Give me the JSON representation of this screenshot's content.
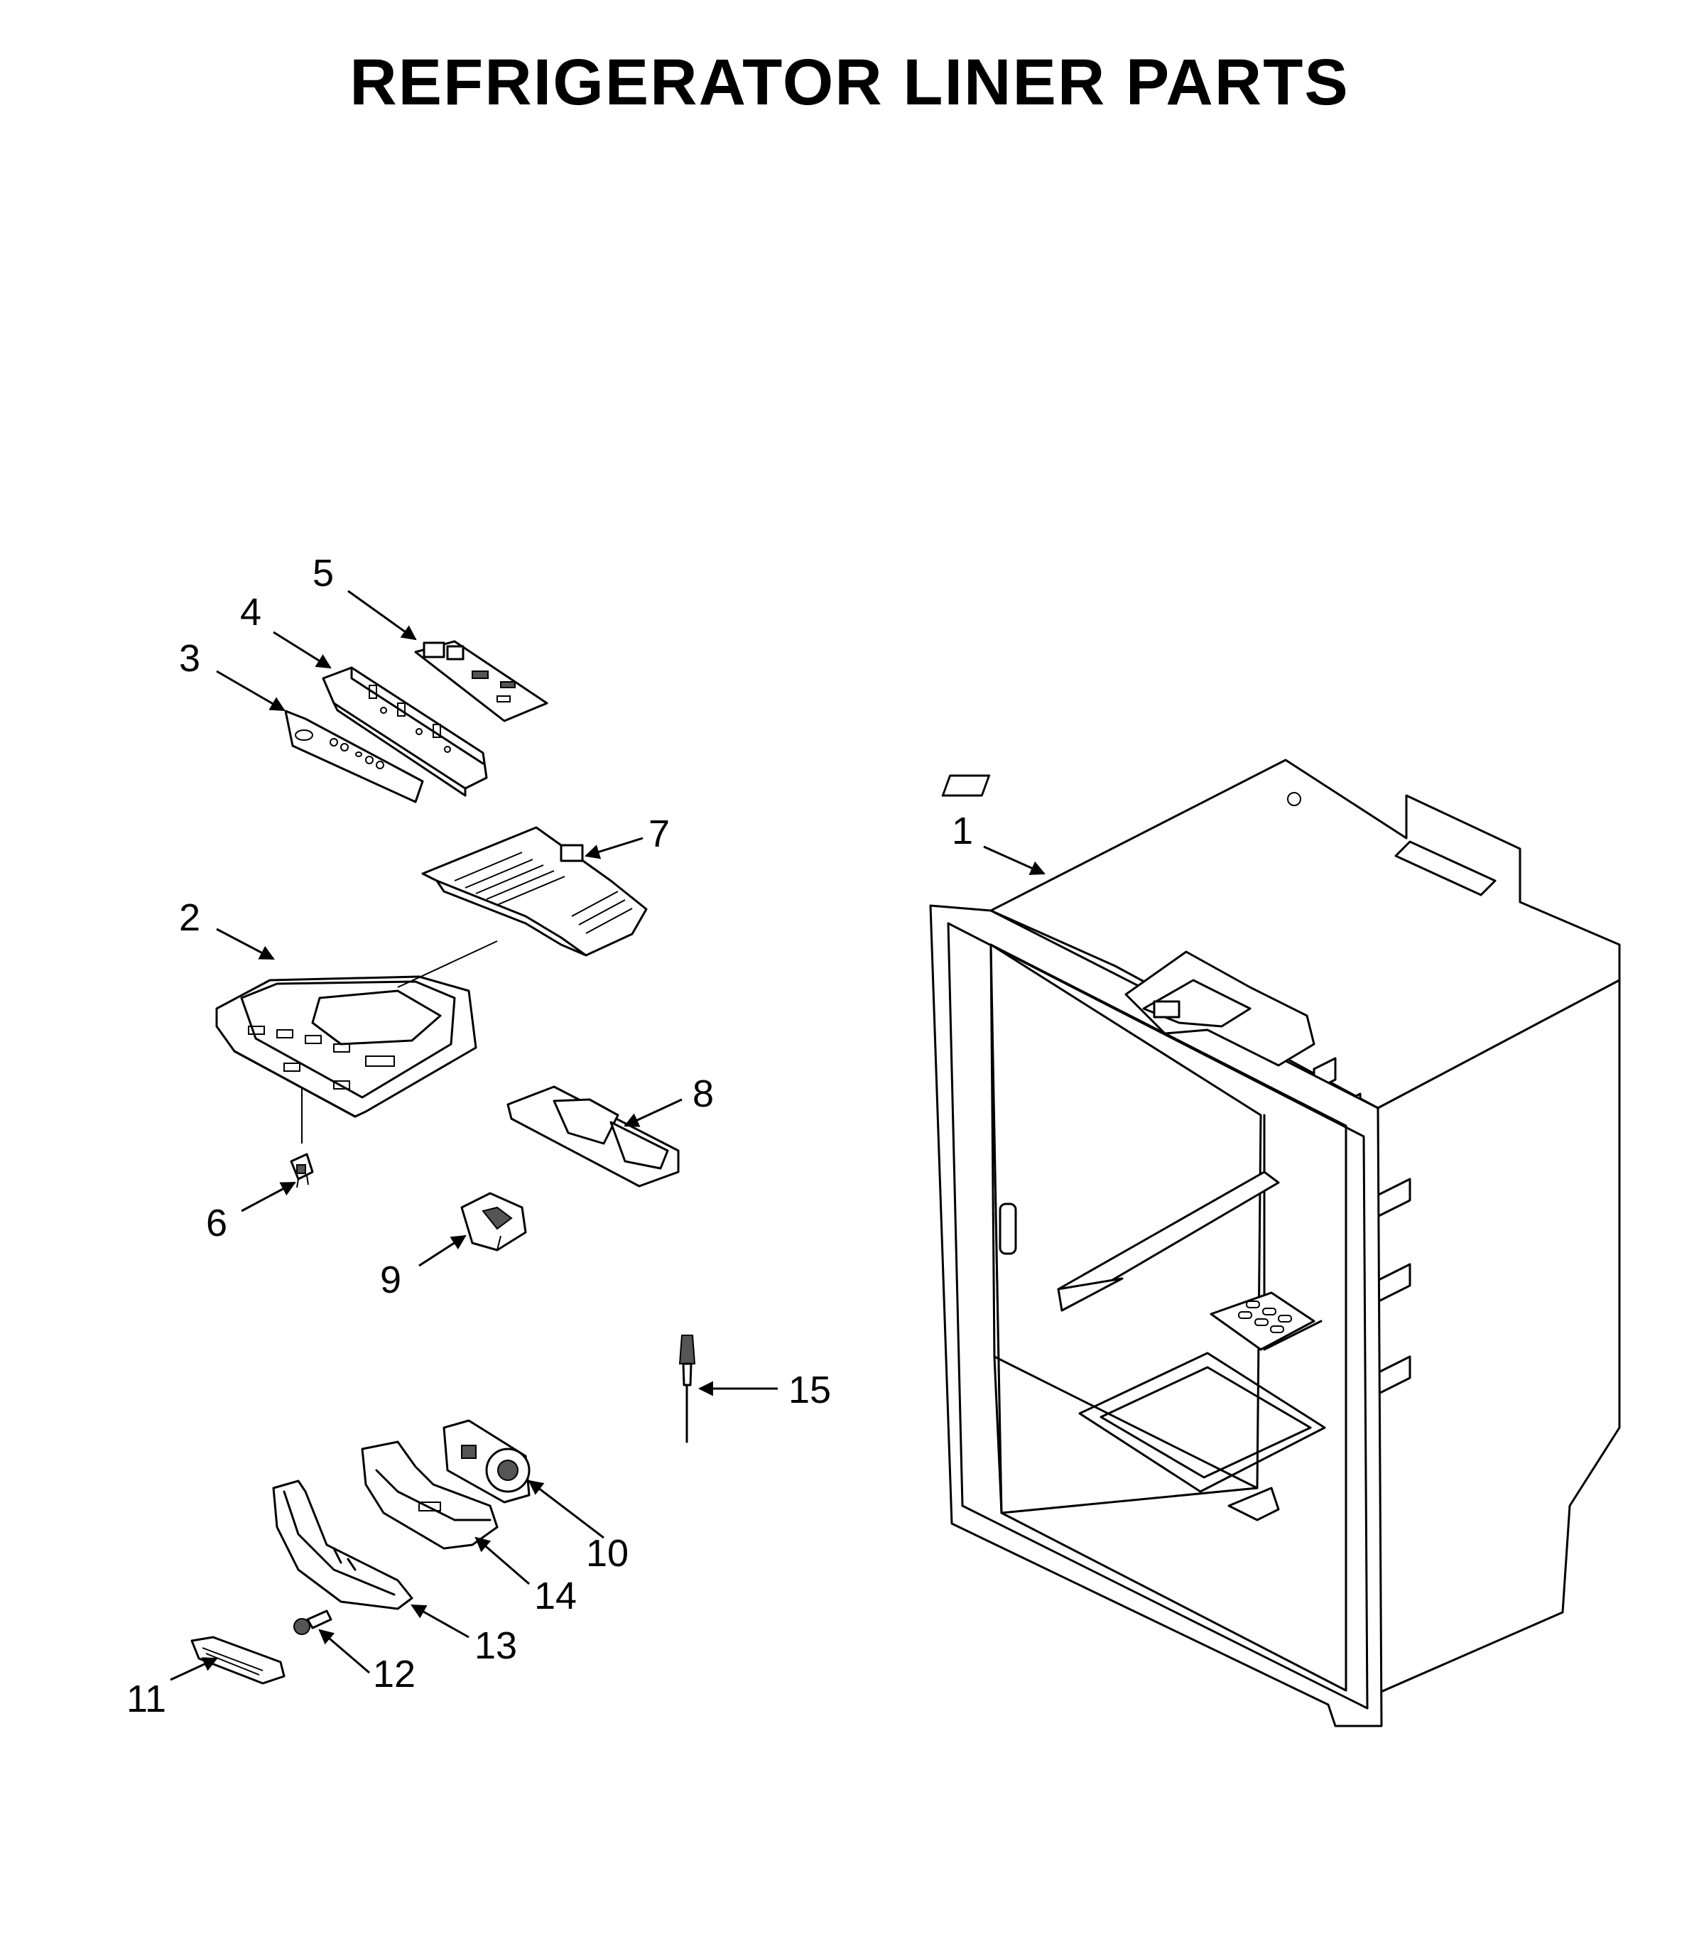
{
  "title": "REFRIGERATOR LINER PARTS",
  "callouts": {
    "c1": "1",
    "c2": "2",
    "c3": "3",
    "c4": "4",
    "c5": "5",
    "c6": "6",
    "c7": "7",
    "c8": "8",
    "c9": "9",
    "c10": "10",
    "c11": "11",
    "c12": "12",
    "c13": "13",
    "c14": "14",
    "c15": "15"
  }
}
